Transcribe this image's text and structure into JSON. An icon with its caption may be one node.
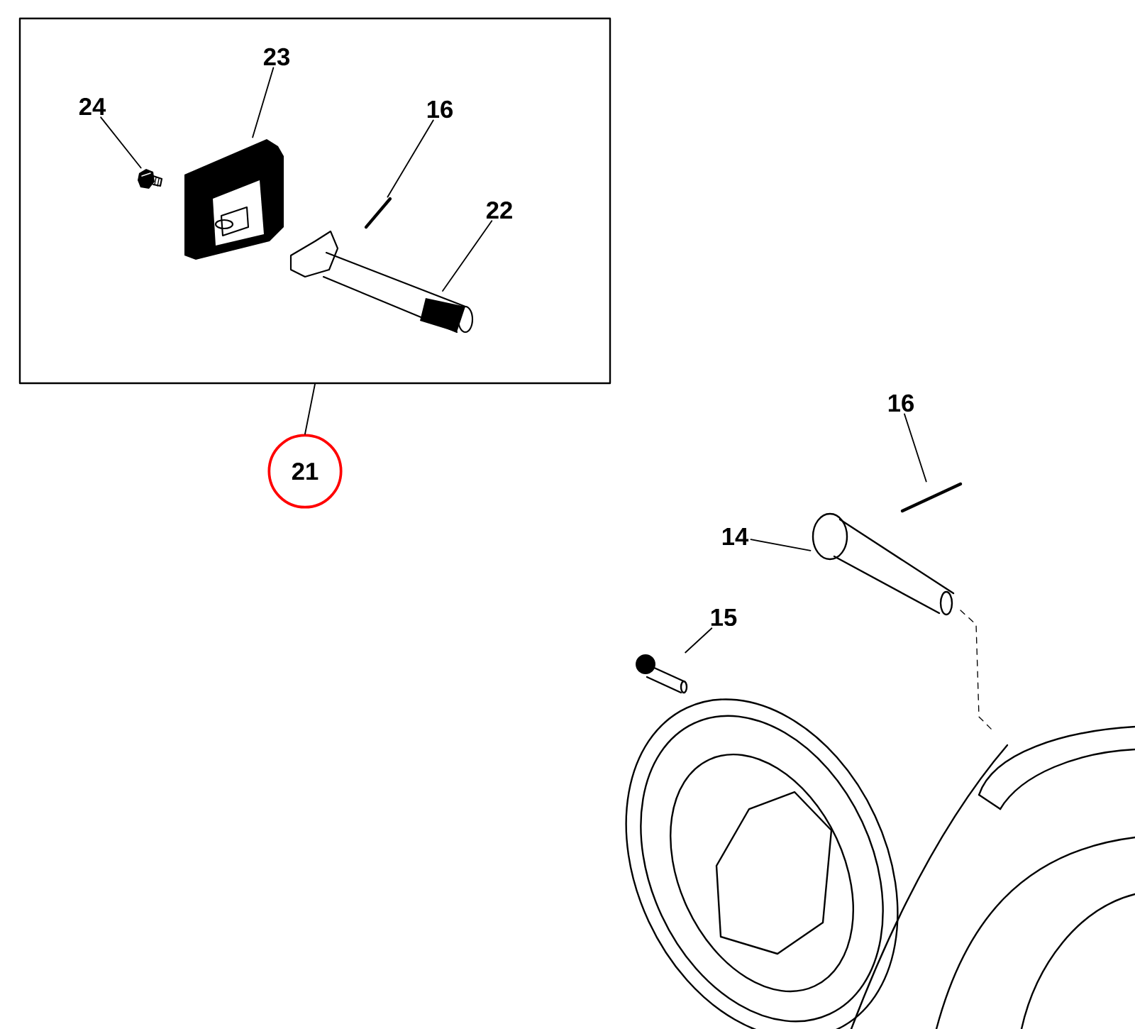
{
  "diagram": {
    "nodes": [
      {
        "text": [],
        "shape": "box"
      },
      {
        "text": [
          "24"
        ],
        "in": 0
      },
      {
        "text": [
          "23"
        ],
        "in": 0
      },
      {
        "text": [
          "16"
        ],
        "in": 0
      },
      {
        "text": [
          "22"
        ],
        "in": 0
      },
      {
        "text": [
          "21"
        ]
      },
      {
        "text": [
          "16"
        ]
      },
      {
        "text": [
          "14"
        ]
      },
      {
        "text": [
          "15"
        ]
      },
      {
        "text": [],
        "shape": "picture",
        "in": 0
      },
      {
        "text": [],
        "shape": "picture",
        "in": 0
      },
      {
        "text": [],
        "shape": "picture",
        "in": 0
      },
      {
        "text": [],
        "shape": "picture",
        "in": 0
      },
      {
        "text": [],
        "shape": "picture"
      },
      {
        "text": [],
        "shape": "picture"
      },
      {
        "text": [],
        "shape": "picture"
      }
    ],
    "edges": [
      {
        "from": 0,
        "to": 5,
        "arrow": "none"
      },
      {
        "from": 1,
        "to": 9,
        "arrow": "none"
      },
      {
        "from": 2,
        "to": 10,
        "arrow": "none"
      },
      {
        "from": 3,
        "to": 11,
        "arrow": "none"
      },
      {
        "from": 4,
        "to": 12,
        "arrow": "none"
      },
      {
        "from": 6,
        "to": 13,
        "arrow": "none"
      },
      {
        "from": 7,
        "to": 14,
        "arrow": "none"
      },
      {
        "from": 8,
        "to": 15,
        "arrow": "none"
      }
    ]
  }
}
